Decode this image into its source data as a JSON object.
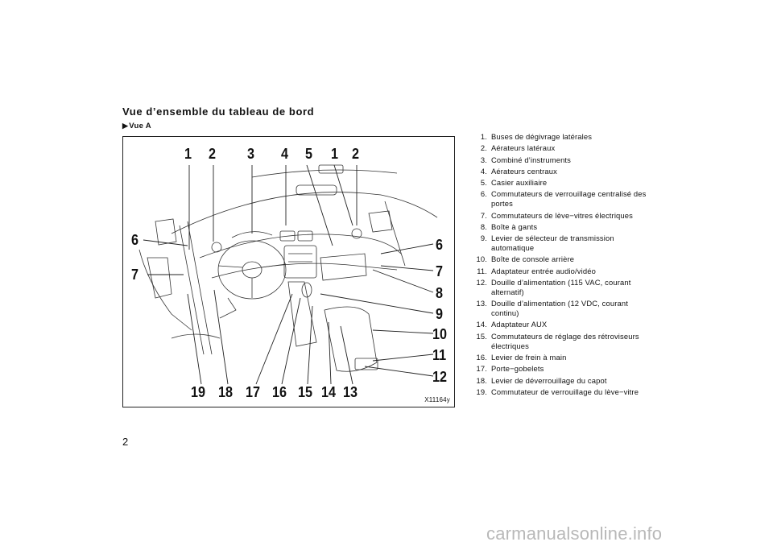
{
  "page": {
    "title": "Vue d’ensemble du tableau de bord",
    "subtitle": "Vue A",
    "page_number": "2",
    "watermark": "carmanualsonline.info"
  },
  "figure": {
    "code": "X11164y",
    "callouts": [
      "1",
      "2",
      "3",
      "4",
      "5",
      "1",
      "2",
      "6",
      "7",
      "6",
      "7",
      "8",
      "9",
      "10",
      "11",
      "12",
      "19",
      "18",
      "17",
      "16",
      "15",
      "14",
      "13"
    ]
  },
  "legend": [
    {
      "num": "1.",
      "text": "Buses de dégivrage latérales"
    },
    {
      "num": "2.",
      "text": "Aérateurs latéraux"
    },
    {
      "num": "3.",
      "text": "Combiné d’instruments"
    },
    {
      "num": "4.",
      "text": "Aérateurs centraux"
    },
    {
      "num": "5.",
      "text": "Casier auxiliaire"
    },
    {
      "num": "6.",
      "text": "Commutateurs de verrouillage centralisé des portes"
    },
    {
      "num": "7.",
      "text": "Commutateurs de lève−vitres électriques"
    },
    {
      "num": "8.",
      "text": "Boîte à gants"
    },
    {
      "num": "9.",
      "text": "Levier de sélecteur de transmission automatique"
    },
    {
      "num": "10.",
      "text": "Boîte de console arrière"
    },
    {
      "num": "11.",
      "text": "Adaptateur entrée audio/vidéo"
    },
    {
      "num": "12.",
      "text": "Douille d’alimentation (115 VAC, courant alternatif)"
    },
    {
      "num": "13.",
      "text": "Douille d’alimentation (12 VDC, courant continu)"
    },
    {
      "num": "14.",
      "text": "Adaptateur AUX"
    },
    {
      "num": "15.",
      "text": "Commutateurs de réglage des rétroviseurs électriques"
    },
    {
      "num": "16.",
      "text": "Levier de frein à main"
    },
    {
      "num": "17.",
      "text": "Porte−gobelets"
    },
    {
      "num": "18.",
      "text": "Levier de déverrouillage du capot"
    },
    {
      "num": "19.",
      "text": "Commutateur de verrouillage du lève−vitre"
    }
  ]
}
